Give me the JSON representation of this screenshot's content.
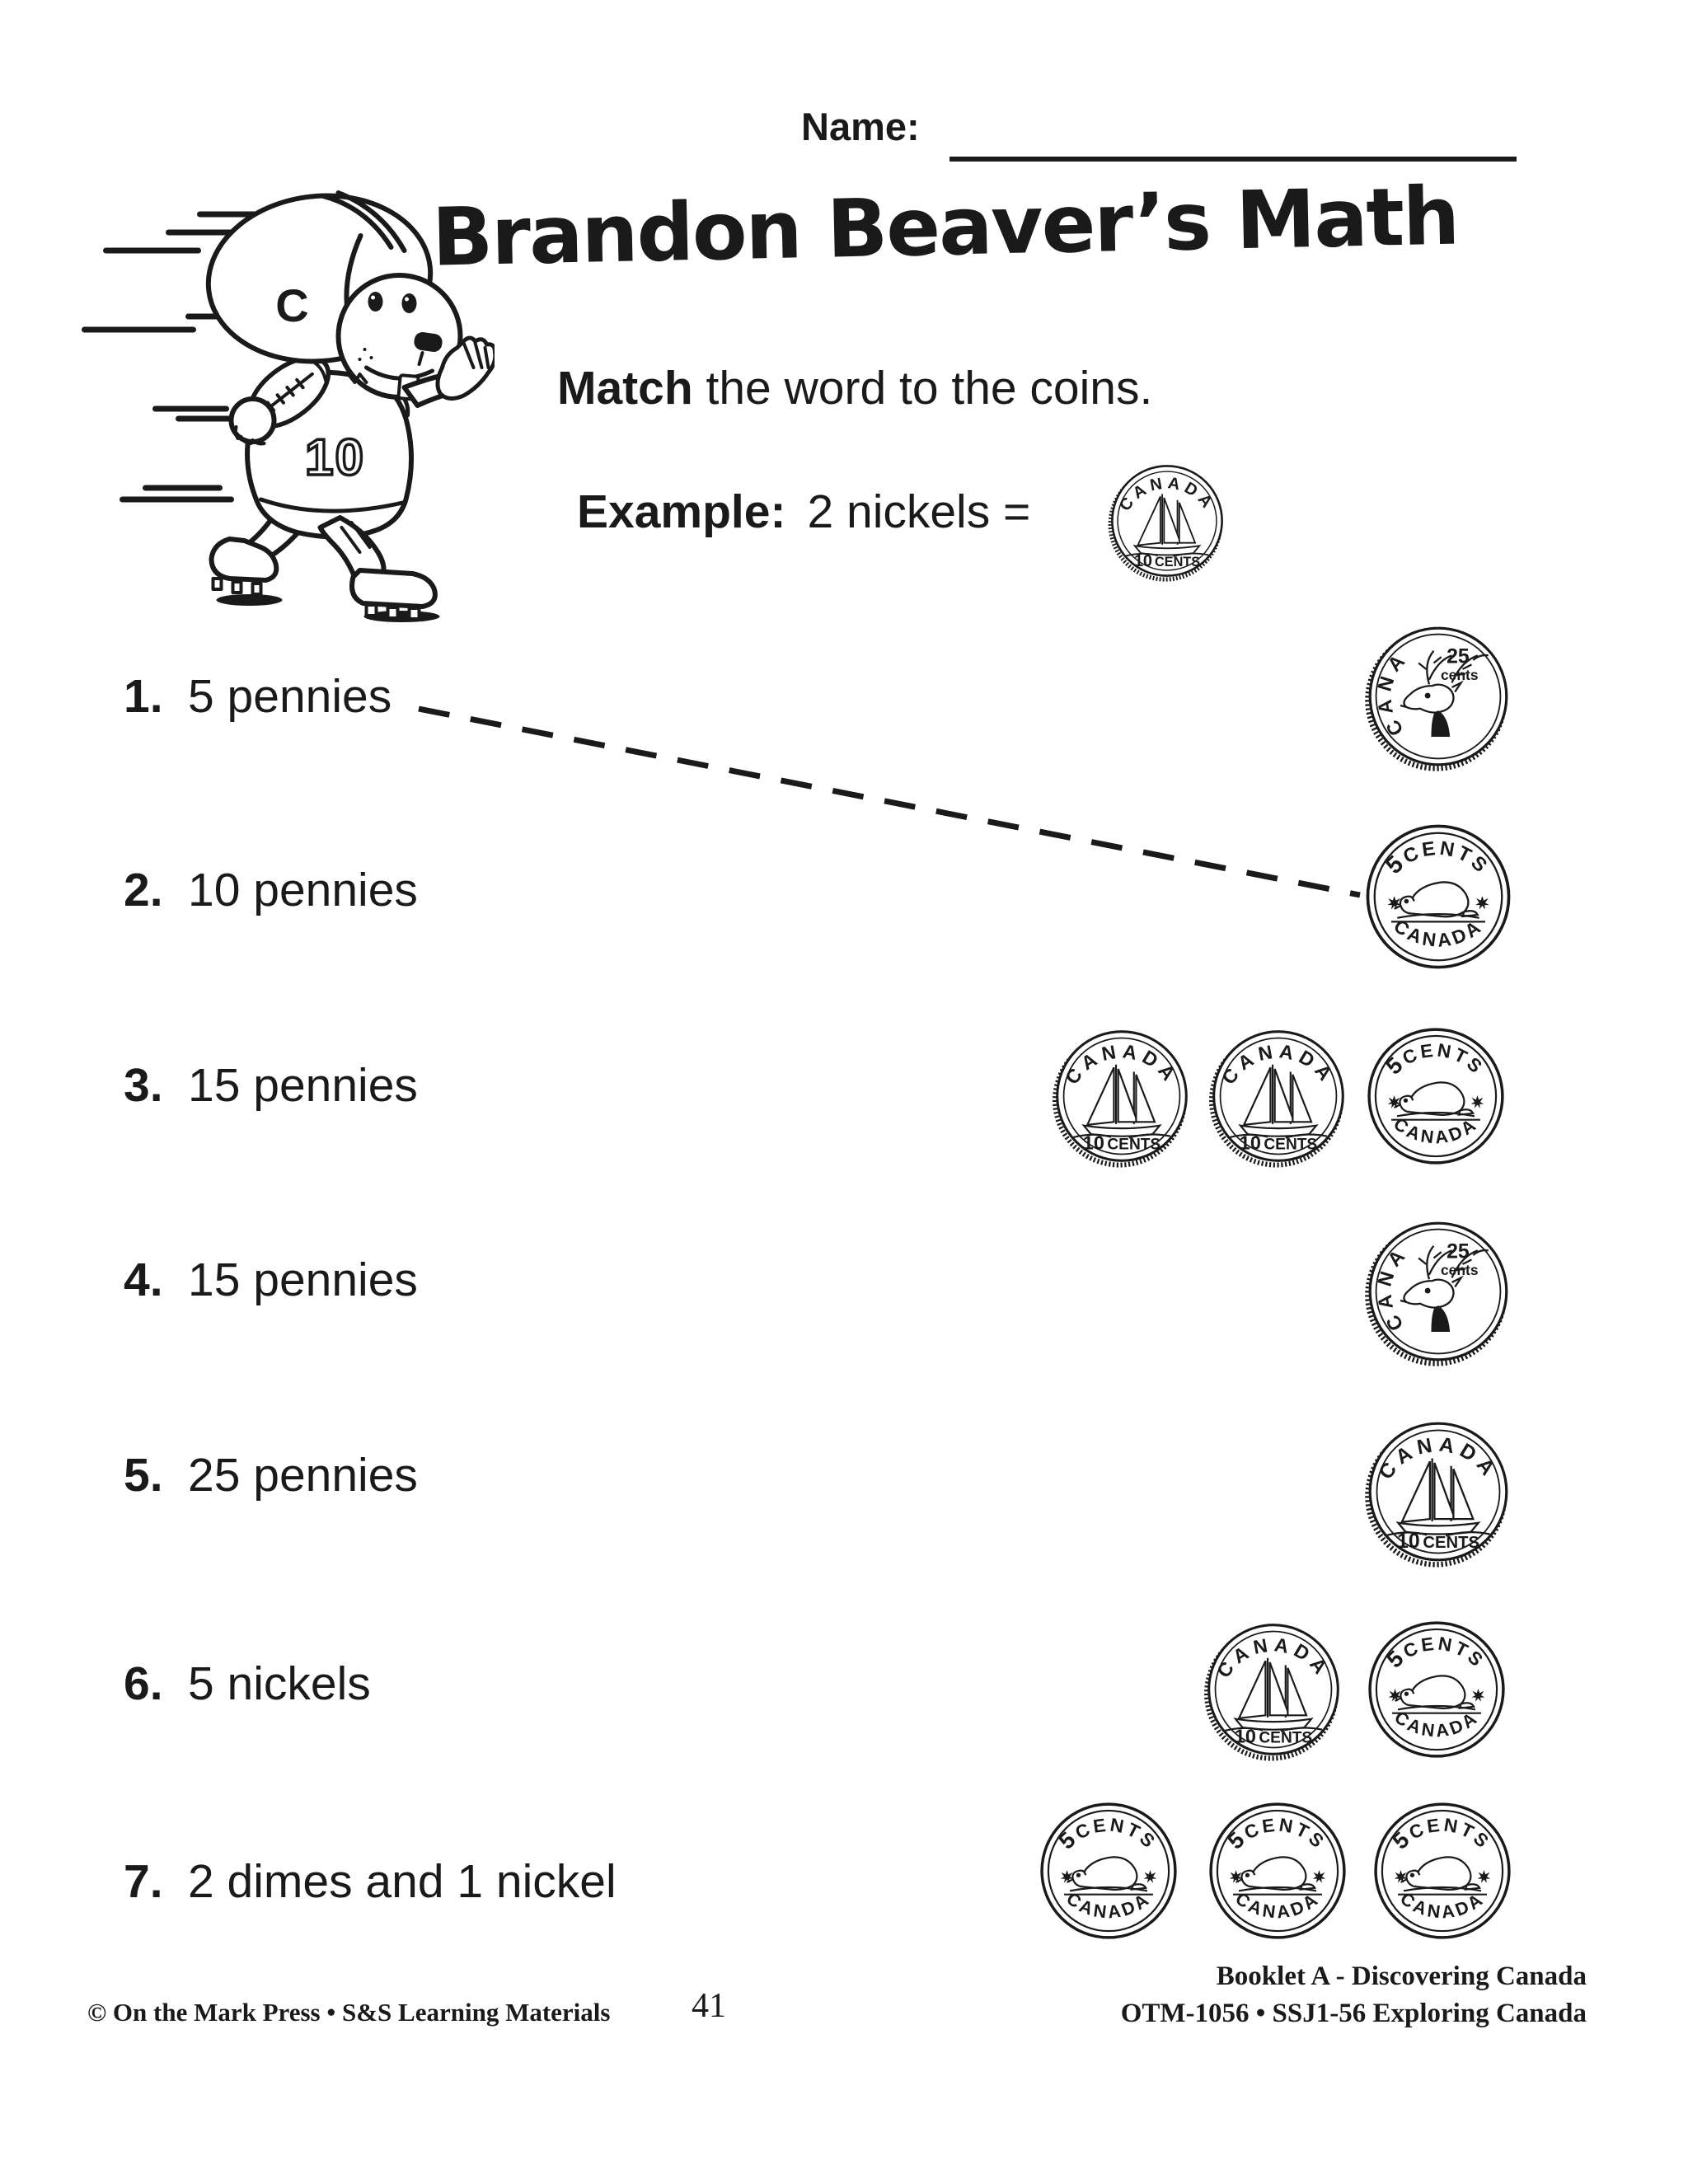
{
  "header": {
    "name_label": "Name:",
    "title": "Brandon Beaver’s Math"
  },
  "instruction": {
    "bold": "Match",
    "rest": " the word to the coins."
  },
  "example": {
    "label": "Example:",
    "equation": "2 nickels ="
  },
  "items": [
    {
      "number": "1.",
      "label": "5 pennies"
    },
    {
      "number": "2.",
      "label": "10 pennies"
    },
    {
      "number": "3.",
      "label": "15 pennies"
    },
    {
      "number": "4.",
      "label": "15 pennies"
    },
    {
      "number": "5.",
      "label": "25 pennies"
    },
    {
      "number": "6.",
      "label": "5 nickels"
    },
    {
      "number": "7.",
      "label": "2 dimes and 1 nickel"
    }
  ],
  "coin_faces": {
    "dime": {
      "country": "CANADA",
      "value": "10",
      "unit": "CENTS",
      "design": "sailboat"
    },
    "nickel": {
      "value": "5",
      "unit": "CENTS",
      "country": "CANADA",
      "design": "beaver"
    },
    "quarter": {
      "country": "CANADA",
      "value": "25",
      "unit": "cents",
      "design": "caribou"
    }
  },
  "answer_rows": [
    {
      "item": 1,
      "coins": [
        "quarter"
      ]
    },
    {
      "item": 2,
      "coins": [
        "nickel"
      ]
    },
    {
      "item": 3,
      "coins": [
        "dime",
        "dime",
        "nickel"
      ]
    },
    {
      "item": 4,
      "coins": [
        "quarter"
      ]
    },
    {
      "item": 5,
      "coins": [
        "dime"
      ]
    },
    {
      "item": 6,
      "coins": [
        "dime",
        "nickel"
      ]
    },
    {
      "item": 7,
      "coins": [
        "nickel",
        "nickel",
        "nickel"
      ]
    }
  ],
  "connection": {
    "from": "5 pennies",
    "to": "nickel row 2",
    "style": "dashed"
  },
  "mascot": {
    "helmet_letter": "C",
    "jersey_number": "10"
  },
  "footer": {
    "copyright": "© On the Mark Press • S&S Learning Materials",
    "page_number": "41",
    "booklet_line1": "Booklet A - Discovering Canada",
    "booklet_line2": "OTM-1056 • SSJ1-56 Exploring Canada"
  }
}
